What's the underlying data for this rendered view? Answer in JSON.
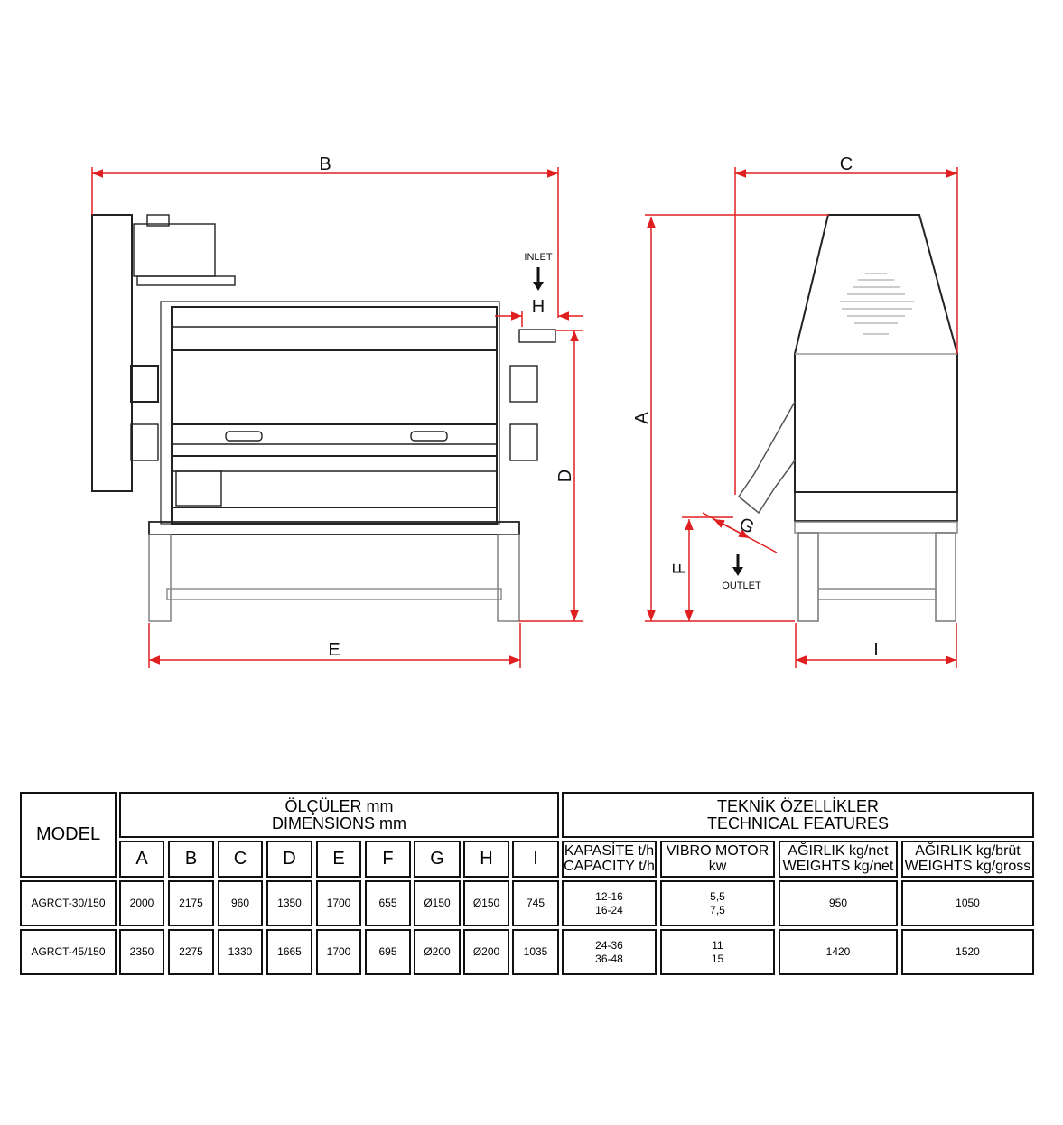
{
  "drawing": {
    "dimension_labels": {
      "A": "A",
      "B": "B",
      "C": "C",
      "D": "D",
      "E": "E",
      "F": "F",
      "G": "G",
      "H": "H",
      "I": "I"
    },
    "inlet_label": "INLET",
    "outlet_label": "OUTLET",
    "dimension_line_color": "#e02020"
  },
  "table": {
    "model_header": "MODEL",
    "dimensions_header": [
      "ÖLÇÜLER mm",
      "DIMENSIONS mm"
    ],
    "technical_header": [
      "TEKNİK ÖZELLİKLER",
      "TECHNICAL FEATURES"
    ],
    "dimension_columns": [
      "A",
      "B",
      "C",
      "D",
      "E",
      "F",
      "G",
      "H",
      "I"
    ],
    "technical_columns": [
      [
        "KAPASİTE t/h",
        "CAPACITY t/h"
      ],
      [
        "VIBRO MOTOR",
        "kw"
      ],
      [
        "AĞIRLIK kg/net",
        "WEIGHTS kg/net"
      ],
      [
        "AĞIRLIK kg/brüt",
        "WEIGHTS kg/gross"
      ]
    ],
    "rows": [
      {
        "model": "AGRCT-30/150",
        "dims": [
          "2000",
          "2175",
          "960",
          "1350",
          "1700",
          "655",
          "Ø150",
          "Ø150",
          "745"
        ],
        "capacity": [
          "12-16",
          "16-24"
        ],
        "motor": [
          "5,5",
          "7,5"
        ],
        "net": "950",
        "gross": "1050"
      },
      {
        "model": "AGRCT-45/150",
        "dims": [
          "2350",
          "2275",
          "1330",
          "1665",
          "1700",
          "695",
          "Ø200",
          "Ø200",
          "1035"
        ],
        "capacity": [
          "24-36",
          "36-48"
        ],
        "motor": [
          "11",
          "15"
        ],
        "net": "1420",
        "gross": "1520"
      }
    ]
  }
}
